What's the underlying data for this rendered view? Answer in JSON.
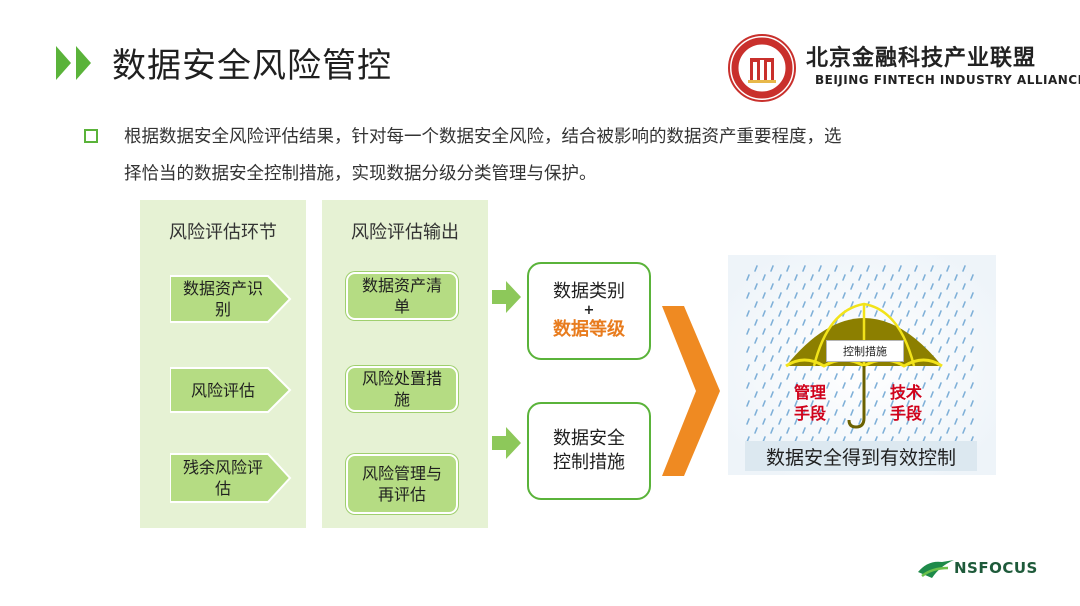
{
  "header": {
    "title": "数据安全风险管控",
    "org_name_cn": "北京金融科技产业联盟",
    "org_name_en": "BEIJING FINTECH INDUSTRY ALLIANCE"
  },
  "intro": {
    "line1": "根据数据安全风险评估结果，针对每一个数据安全风险，结合被影响的数据资产重要程度，选",
    "line2": "择恰当的数据安全控制措施，实现数据分级分类管理与保护。"
  },
  "column1": {
    "title": "风险评估环节",
    "items": [
      {
        "line1": "数据资产识",
        "line2": "别"
      },
      {
        "line1": "风险评估",
        "line2": ""
      },
      {
        "line1": "残余风险评",
        "line2": "估"
      }
    ]
  },
  "column2": {
    "title": "风险评估输出",
    "items": [
      {
        "line1": "数据资产清",
        "line2": "单"
      },
      {
        "line1": "风险处置措",
        "line2": "施"
      },
      {
        "line1": "风险管理与",
        "line2": "再评估"
      }
    ]
  },
  "results": {
    "category_box": {
      "line1": "数据类别",
      "plus": "+",
      "line2": "数据等级"
    },
    "control_box": {
      "line1": "数据安全",
      "line2": "控制措施"
    }
  },
  "umbrella": {
    "label": "控制措施",
    "left_text": {
      "line1": "管理",
      "line2": "手段"
    },
    "right_text": {
      "line1": "技术",
      "line2": "手段"
    },
    "caption": "数据安全得到有效控制"
  },
  "footer": {
    "brand": "NSFOCUS"
  },
  "colors": {
    "green": "#5ab33a",
    "light_green": "#b5dc83",
    "panel_green": "#e6f2d4",
    "orange": "#e87c1e",
    "red": "#d0021b",
    "umbrella_olive": "#8c7f00",
    "umbrella_yellow": "#f2e31a"
  }
}
